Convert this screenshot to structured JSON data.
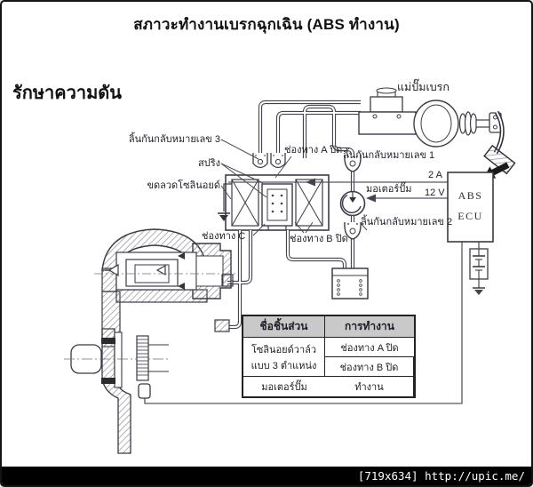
{
  "page": {
    "title": "สภาวะทำงานเบรกฉุกเฉิน (ABS ทำงาน)",
    "mode_label": "รักษาความดัน",
    "watermark": "[719x634] http://upic.me/"
  },
  "diagram": {
    "labels": {
      "check_valve_3": "ลิ้นกันกลับหมายเลข 3",
      "spring": "สปริง",
      "solenoid_coil": "ขดลวดโซลินอยด์",
      "port_a_closed": "ช่องทาง A ปิด",
      "port_c": "ช่องทาง C",
      "port_b_closed": "ช่องทาง B ปิด",
      "master_cylinder": "แม่ปั๊มเบรก",
      "check_valve_1": "ลิ้นกันกลับหมายเลข 1",
      "check_valve_2": "ลิ้นกันกลับหมายเลข 2",
      "motor_pump": "มอเตอร์ปั๊ม",
      "fuse_2a": "2 A",
      "voltage_12v": "12 V",
      "ecu_line1": "ABS",
      "ecu_line2": "ECU"
    }
  },
  "table": {
    "headers": [
      "ชื่อชิ้นส่วน",
      "การทำงาน"
    ],
    "rows": [
      {
        "part_line1": "โซลินอยด์วาล์ว",
        "part_line2": "แบบ 3 ตำแหน่ง",
        "operations": [
          "ช่องทาง A ปิด",
          "ช่องทาง B ปิด"
        ]
      },
      {
        "part": "มอเตอร์ปั๊ม",
        "operations": [
          "ทำงาน"
        ]
      }
    ]
  },
  "colors": {
    "paper": "#ffffff",
    "ink": "#3a3a44",
    "table_header": "#c9c9c9",
    "watermark_bg": "#000000",
    "watermark_text": "#ffffff"
  }
}
